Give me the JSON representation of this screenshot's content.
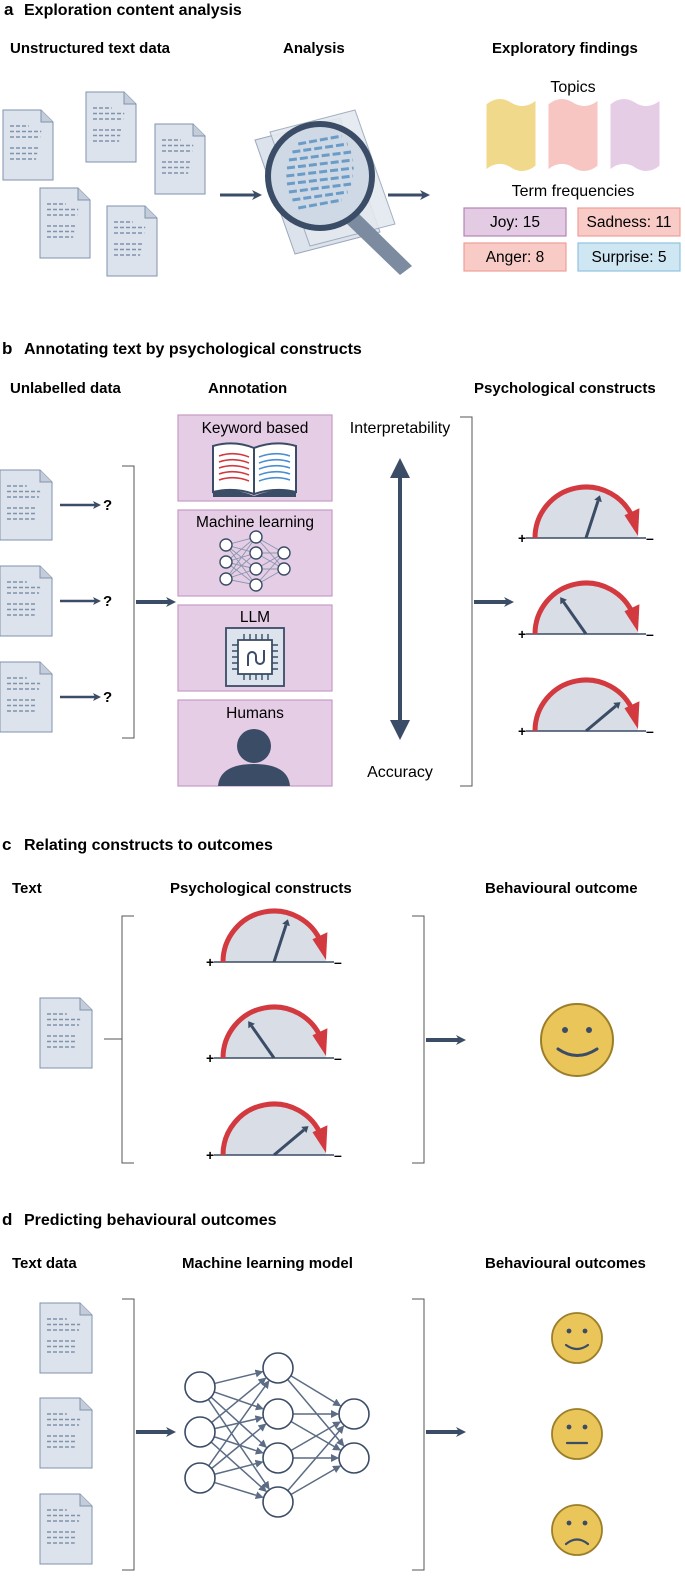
{
  "panel_a": {
    "letter": "a",
    "title": "Exploration content analysis",
    "col1": "Unstructured text data",
    "col2": "Analysis",
    "col3": "Exploratory findings",
    "topics_label": "Topics",
    "term_freq_label": "Term frequencies",
    "terms": [
      {
        "text": "Joy: 15",
        "color": "#e3cbe3"
      },
      {
        "text": "Sadness: 11",
        "color": "#f9cbc7"
      },
      {
        "text": "Anger: 8",
        "color": "#f9cbc7"
      },
      {
        "text": "Surprise: 5",
        "color": "#cfe6f3"
      }
    ],
    "topic_colors": [
      "#f0d98a",
      "#f7c6c2",
      "#e6cde6"
    ]
  },
  "panel_b": {
    "letter": "b",
    "title": "Annotating text by psychological constructs",
    "col1": "Unlabelled data",
    "col2": "Annotation",
    "col3": "Psychological constructs",
    "question_mark": "?",
    "methods": [
      "Keyword based",
      "Machine learning",
      "LLM",
      "Humans"
    ],
    "axis_top": "Interpretability",
    "axis_bottom": "Accuracy",
    "plus": "+",
    "minus": "–"
  },
  "panel_c": {
    "letter": "c",
    "title": "Relating constructs to outcomes",
    "col1": "Text",
    "col2": "Psychological constructs",
    "col3": "Behavioural outcome"
  },
  "panel_d": {
    "letter": "d",
    "title": "Predicting behavioural outcomes",
    "col1": "Text data",
    "col2": "Machine learning model",
    "col3": "Behavioural outcomes"
  },
  "colors": {
    "navy": "#3a4c66",
    "doc_fill": "#dde3ec",
    "doc_line": "#7f93ad",
    "purple_box": "#e6cde6",
    "purple_border": "#c49bc6",
    "gauge_red": "#d33a3f",
    "gauge_fill": "#d9dee6",
    "face_fill": "#e9c55a",
    "face_stroke": "#9c7e2a"
  }
}
